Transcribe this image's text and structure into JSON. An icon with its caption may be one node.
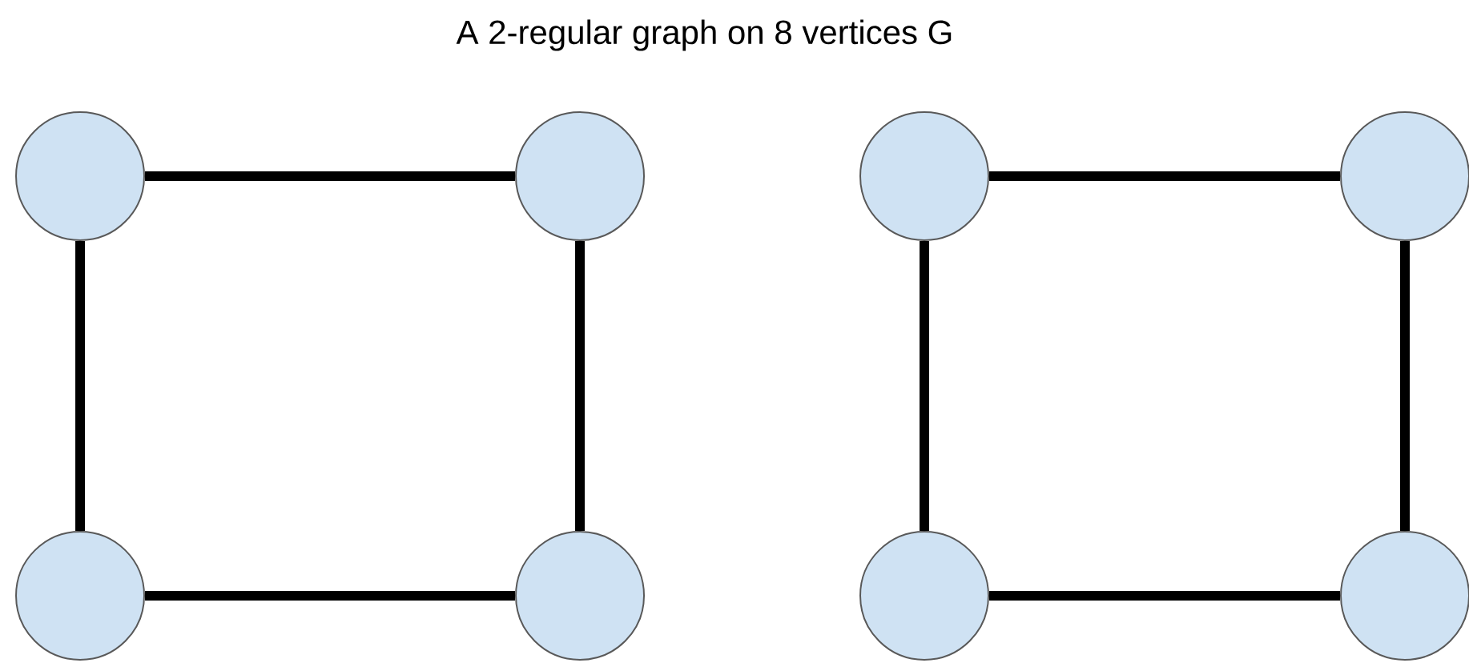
{
  "diagram": {
    "title": "A 2-regular graph on 8 vertices G",
    "nodes": [
      {
        "text": [],
        "shape": "circle"
      },
      {
        "text": [],
        "shape": "circle"
      },
      {
        "text": [],
        "shape": "circle"
      },
      {
        "text": [],
        "shape": "circle"
      },
      {
        "text": [],
        "shape": "circle"
      },
      {
        "text": [],
        "shape": "circle"
      },
      {
        "text": [],
        "shape": "circle"
      },
      {
        "text": [],
        "shape": "circle"
      }
    ],
    "edges": [
      {
        "from": 0,
        "to": 1,
        "arrow": "none"
      },
      {
        "from": 0,
        "to": 4,
        "arrow": "none"
      },
      {
        "from": 1,
        "to": 5,
        "arrow": "none"
      },
      {
        "from": 4,
        "to": 5,
        "arrow": "none"
      },
      {
        "from": 2,
        "to": 3,
        "arrow": "none"
      },
      {
        "from": 2,
        "to": 6,
        "arrow": "none"
      },
      {
        "from": 3,
        "to": 7,
        "arrow": "none"
      },
      {
        "from": 6,
        "to": 7,
        "arrow": "none"
      }
    ]
  }
}
